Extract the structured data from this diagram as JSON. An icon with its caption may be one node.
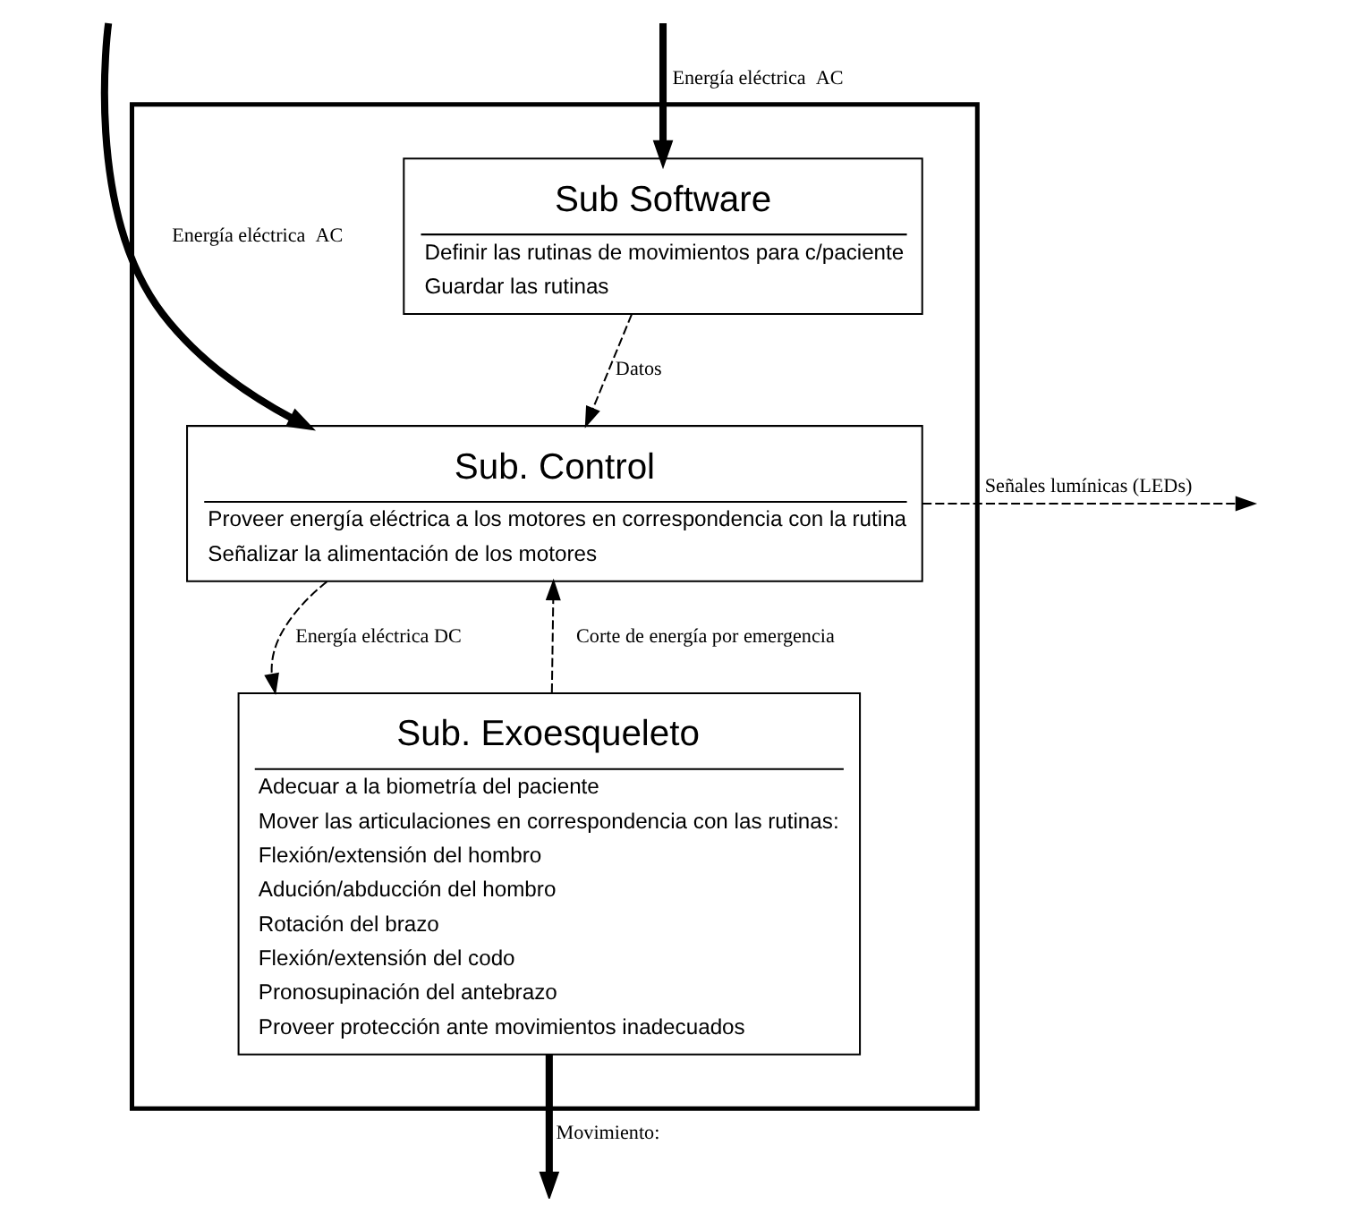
{
  "diagram": {
    "nodes": [
      {
        "text": [],
        "shape": "box"
      },
      {
        "text": [
          "Sub Software",
          "Definir las rutinas de movimientos para c/paciente",
          "Guardar las rutinas"
        ],
        "in": 0
      },
      {
        "text": [
          "Sub. Control",
          "Proveer energía eléctrica a los motores en correspondencia con la rutina",
          "Señalizar la alimentación de los motores"
        ],
        "in": 0
      },
      {
        "text": [
          "Sub. Exoesqueleto",
          "Adecuar a la biometría del paciente",
          "Mover las articulaciones en correspondencia con las rutinas:",
          "Flexión/extensión del hombro",
          "Adución/abducción del hombro",
          "Rotación del brazo",
          "Flexión/extensión del codo",
          "Pronosupinación del antebrazo",
          "Proveer protección ante movimientos inadecuados"
        ],
        "in": 0
      }
    ],
    "edges": [
      {
        "from": null,
        "to": 1,
        "arrow": "to",
        "label": "Energía eléctrica  AC",
        "style": "thick"
      },
      {
        "from": null,
        "to": 2,
        "arrow": "to",
        "label": "Energía eléctrica  AC",
        "style": "thick"
      },
      {
        "from": 1,
        "to": 2,
        "arrow": "to",
        "label": "Datos",
        "style": "dashed"
      },
      {
        "from": 2,
        "to": null,
        "arrow": "to",
        "label": "Señales lumínicas (LEDs)",
        "style": "dashed"
      },
      {
        "from": 2,
        "to": 3,
        "arrow": "to",
        "label": "Energía eléctrica DC",
        "style": "dashed"
      },
      {
        "from": 3,
        "to": 2,
        "arrow": "to",
        "label": "Corte de energía por emergencia",
        "style": "dashed"
      },
      {
        "from": 3,
        "to": null,
        "arrow": "to",
        "label": "Movimiento:",
        "style": "thick"
      }
    ]
  }
}
